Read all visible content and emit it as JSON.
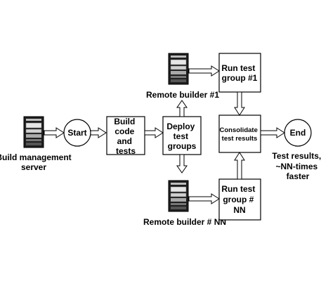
{
  "diagram": {
    "nodes": {
      "start": "Start",
      "end": "End",
      "build": [
        "Build",
        "code",
        "and",
        "tests"
      ],
      "deploy": [
        "Deploy",
        "test",
        "groups"
      ],
      "run1": [
        "Run test",
        "group #1"
      ],
      "runNN": [
        "Run test",
        "group #",
        "NN"
      ],
      "consolidate": [
        "Consolidate",
        "test results"
      ]
    },
    "servers": {
      "build_management": [
        "Build management",
        "server"
      ],
      "remote1": "Remote builder #1",
      "remoteNN": "Remote builder # NN"
    },
    "result": [
      "Test results,",
      "~NN-times",
      "faster"
    ]
  }
}
